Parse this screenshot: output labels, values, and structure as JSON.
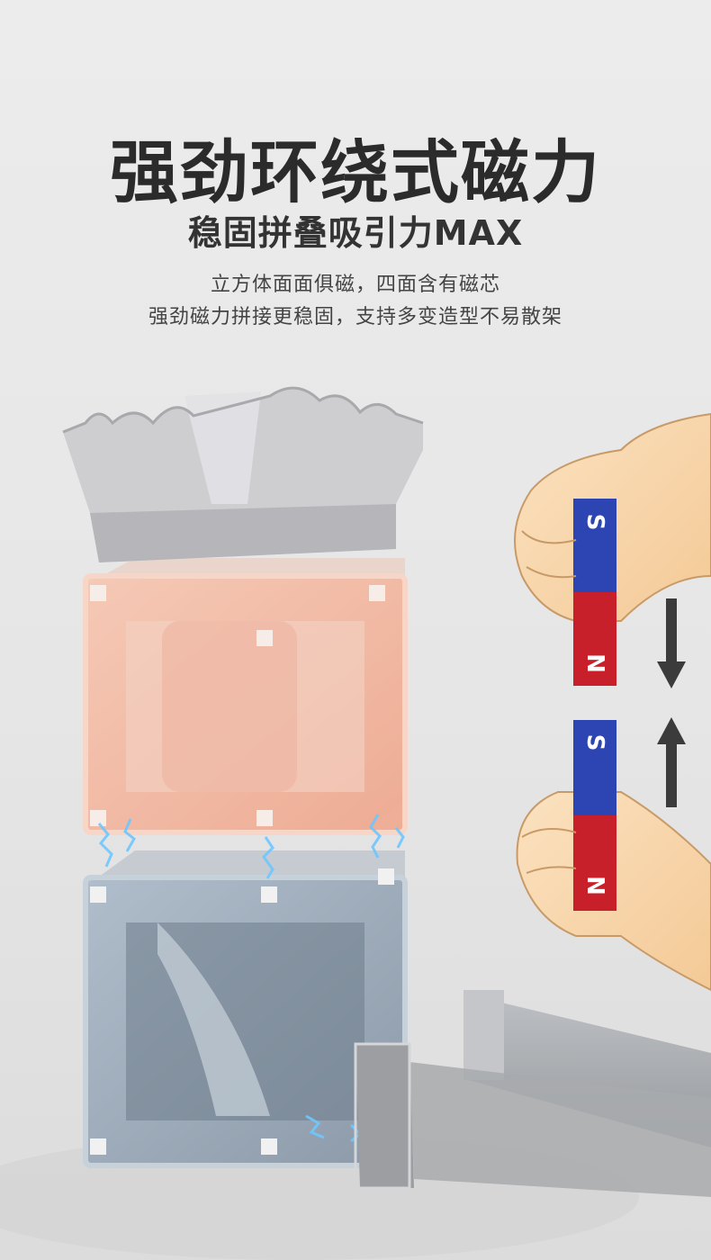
{
  "heading": {
    "title": "强劲环绕式磁力",
    "subtitle": "稳固拼叠吸引力MAX"
  },
  "description": {
    "line1": "立方体面面俱磁，四面含有磁芯",
    "line2": "强劲磁力拼接更稳固，支持多变造型不易散架"
  },
  "magnets": {
    "top": {
      "upper_pole": "S",
      "lower_pole": "N"
    },
    "bottom": {
      "upper_pole": "S",
      "lower_pole": "N"
    }
  },
  "colors": {
    "magnet_blue": "#2d45b3",
    "magnet_red": "#c8202a",
    "block_pink": "#f2b7a0",
    "block_blue": "#9aa9b8",
    "funnel_gray": "#c9c9cc",
    "arrow": "#3b3b3b"
  }
}
